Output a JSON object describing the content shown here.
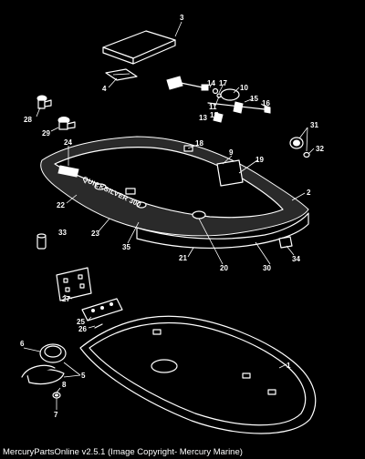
{
  "footer": {
    "copyright": "MercuryPartsOnline v2.5.1 (Image Copyright- Mercury Marine)"
  },
  "hull": {
    "brand_text": "QUICKSILVER 300"
  },
  "callouts": {
    "c1": "1",
    "c2": "2",
    "c3": "3",
    "c4": "4",
    "c5": "5",
    "c6": "6",
    "c7": "7",
    "c8": "8",
    "c9": "9",
    "c10": "10",
    "c11": "11",
    "c12": "12",
    "c13": "13",
    "c14": "14",
    "c15": "15",
    "c16": "16",
    "c17": "17",
    "c18": "18",
    "c19": "19",
    "c20": "20",
    "c21": "21",
    "c22": "22",
    "c23": "23",
    "c24": "24",
    "c25": "25",
    "c26": "26",
    "c27": "27",
    "c28": "28",
    "c29": "29",
    "c30": "30",
    "c31": "31",
    "c32": "32",
    "c33": "33",
    "c34": "34",
    "c35": "35"
  },
  "colors": {
    "background": "#000000",
    "line_art": "#ffffff"
  }
}
